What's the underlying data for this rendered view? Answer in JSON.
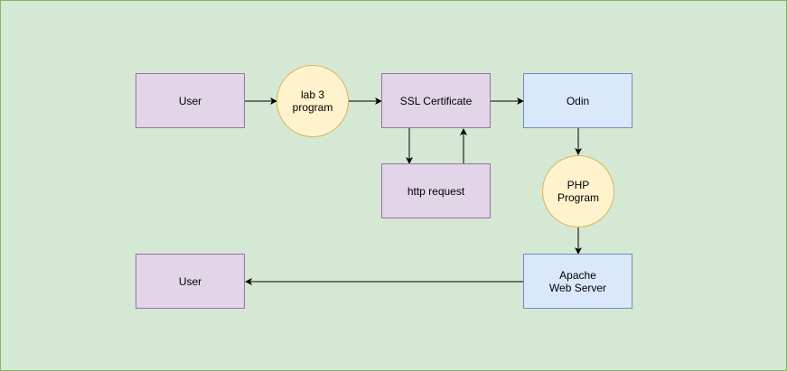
{
  "diagram": {
    "colors": {
      "background": "#d5e8d4",
      "background_border": "#82b366",
      "purple_fill": "#e1d5e7",
      "purple_stroke": "#9673a6",
      "blue_fill": "#dae8fc",
      "blue_stroke": "#6c8ebf",
      "yellow_fill": "#fff2cc",
      "yellow_stroke": "#d6b656",
      "edge": "#000000"
    },
    "nodes": {
      "user_start": "User",
      "lab3_program": "lab 3\nprogram",
      "ssl_certificate": "SSL Certificate",
      "http_request": "http request",
      "odin": "Odin",
      "php_program": "PHP\nProgram",
      "apache_web_server": "Apache\nWeb Server",
      "user_end": "User"
    },
    "edges": [
      {
        "from": "User",
        "to": "lab 3 program"
      },
      {
        "from": "lab 3 program",
        "to": "SSL Certificate"
      },
      {
        "from": "SSL Certificate",
        "to": "http request"
      },
      {
        "from": "http request",
        "to": "SSL Certificate"
      },
      {
        "from": "SSL Certificate",
        "to": "Odin"
      },
      {
        "from": "Odin",
        "to": "PHP Program"
      },
      {
        "from": "PHP Program",
        "to": "Apache Web Server"
      },
      {
        "from": "Apache Web Server",
        "to": "User"
      }
    ]
  }
}
